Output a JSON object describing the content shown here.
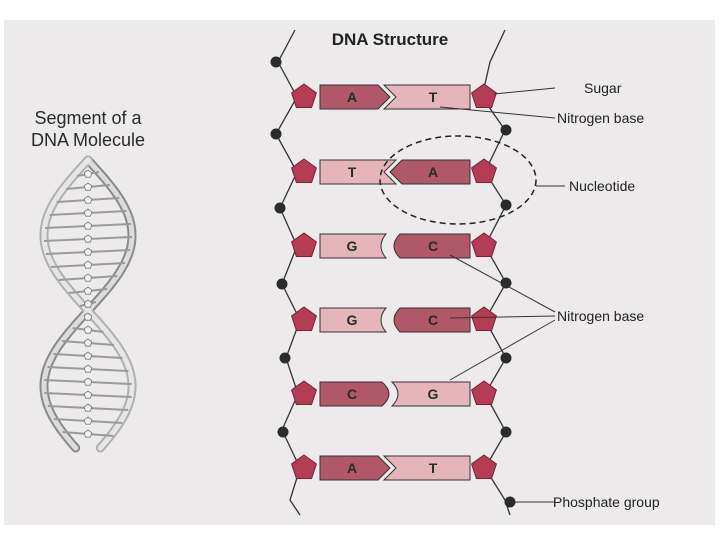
{
  "title": "DNA Structure",
  "side_title": [
    "Segment of a",
    "DNA Molecule"
  ],
  "labels": {
    "sugar": "Sugar",
    "nitrogen_base_top": "Nitrogen base",
    "nucleotide": "Nucleotide",
    "nitrogen_base_mid": "Nitrogen base",
    "phosphate": "Phosphate group"
  },
  "base_pairs": [
    {
      "left": "A",
      "right": "T",
      "shape": "arrow"
    },
    {
      "left": "T",
      "right": "A",
      "shape": "arrow-rev"
    },
    {
      "left": "G",
      "right": "C",
      "shape": "round"
    },
    {
      "left": "G",
      "right": "C",
      "shape": "round"
    },
    {
      "left": "C",
      "right": "G",
      "shape": "round-rev"
    },
    {
      "left": "A",
      "right": "T",
      "shape": "arrow"
    }
  ],
  "colors": {
    "dark_base": "#b05868",
    "light_base": "#e6b5bc",
    "sugar": "#b43c55",
    "phosphate": "#2b2b2b",
    "page": "#eceaea"
  }
}
